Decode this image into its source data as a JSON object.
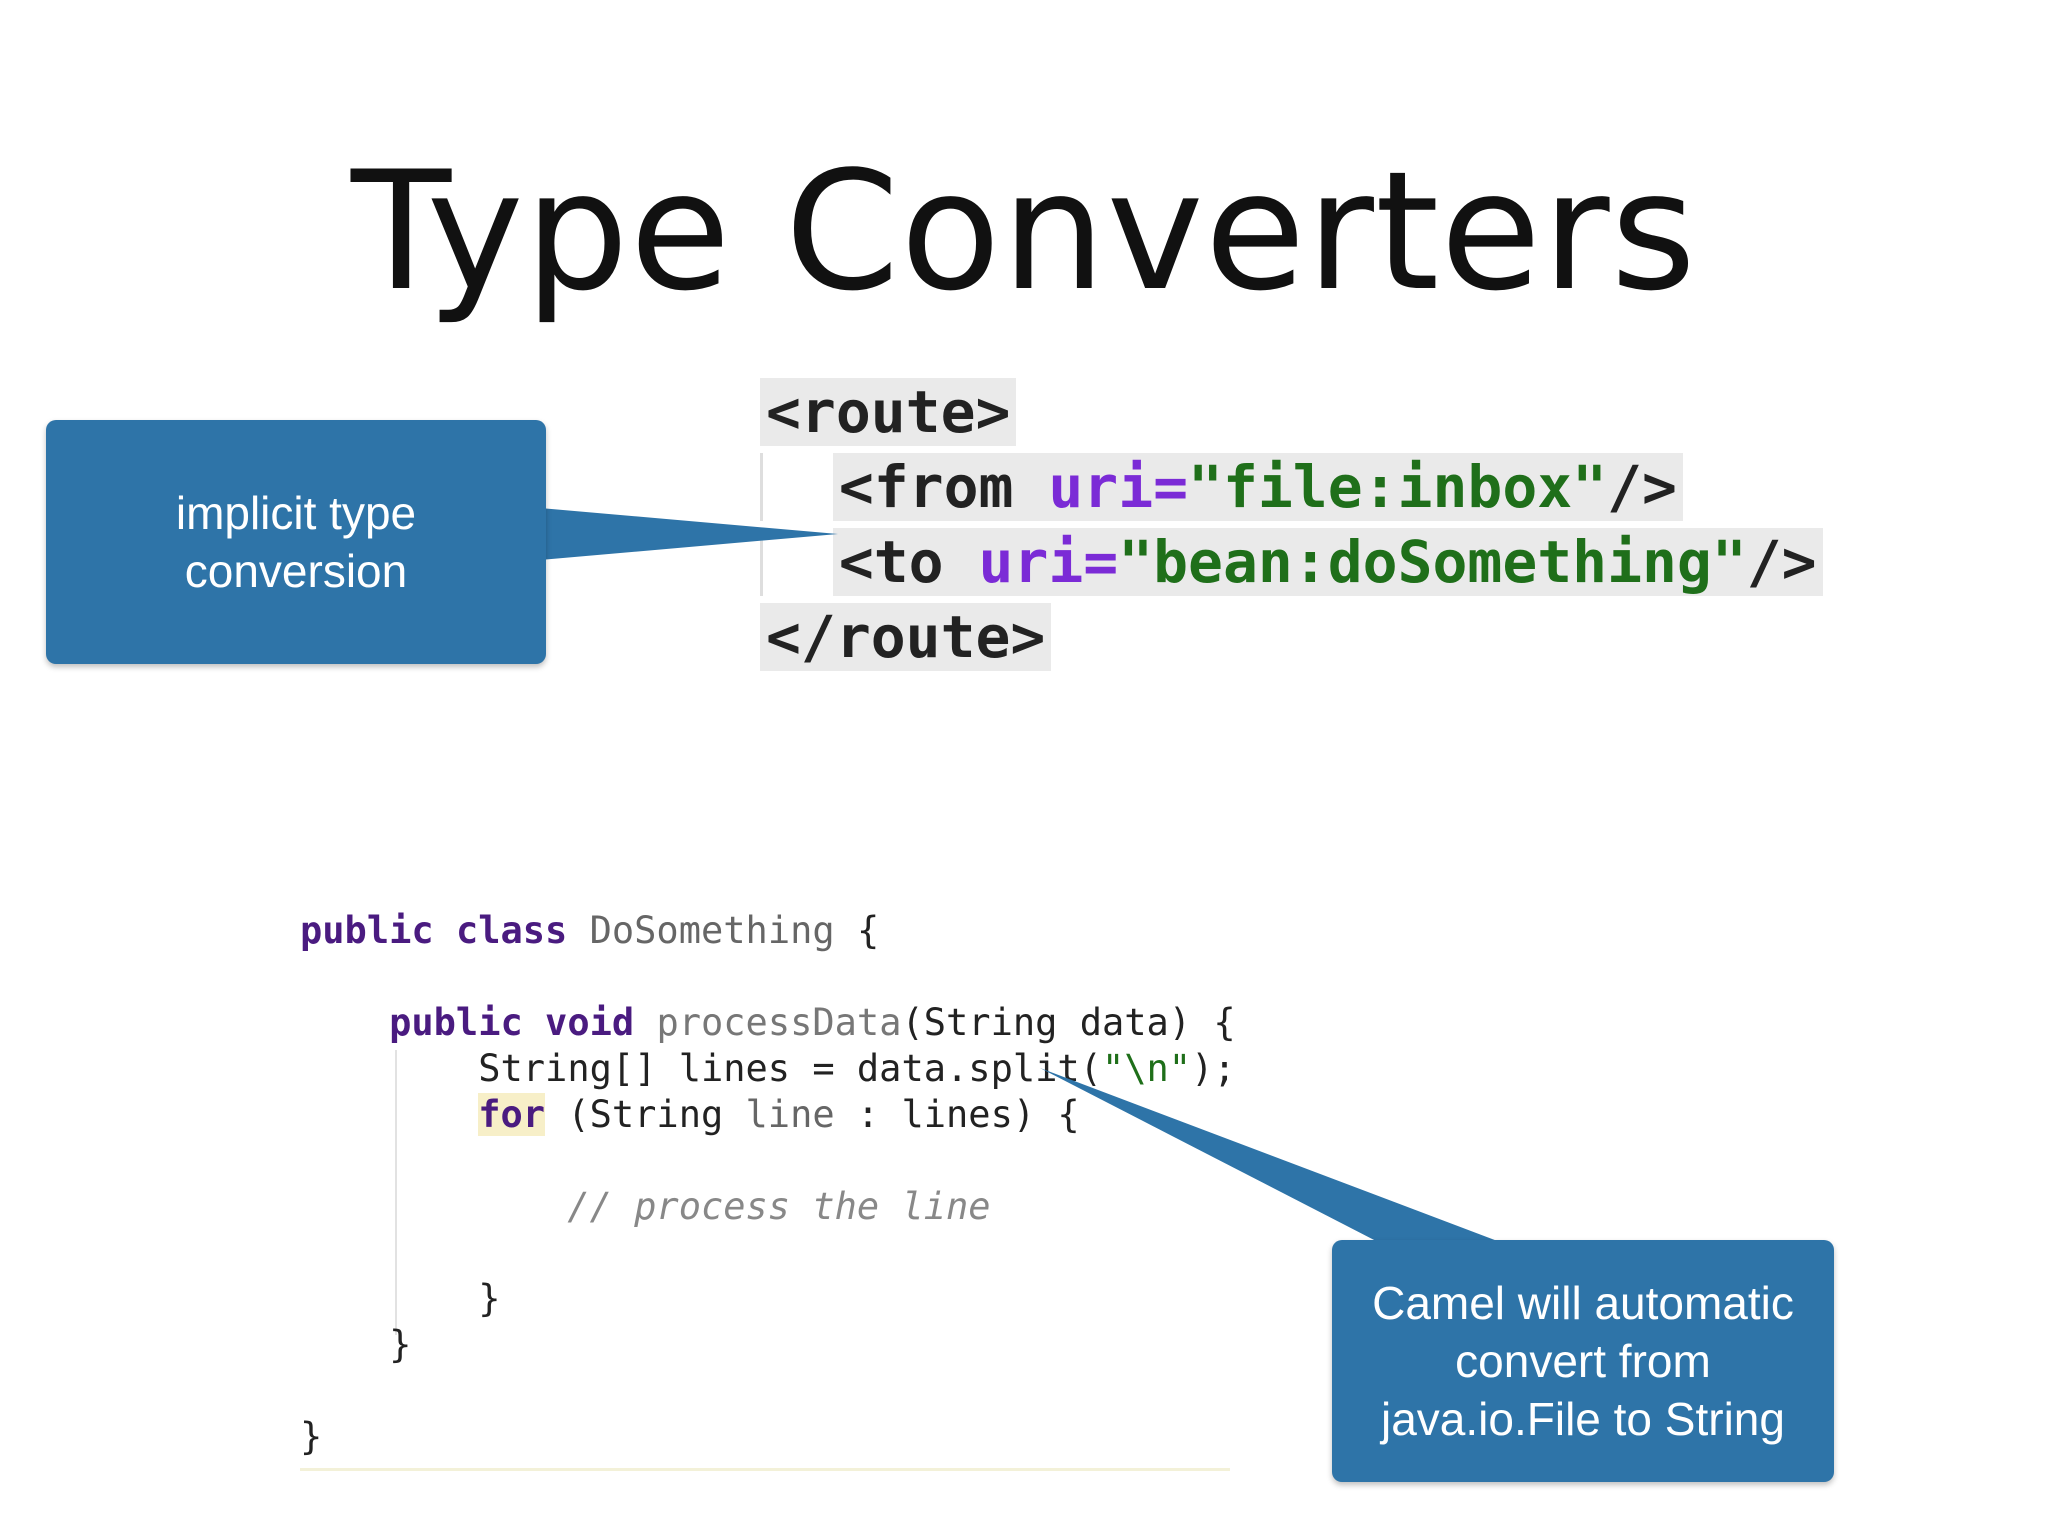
{
  "slide": {
    "title": "Type Converters"
  },
  "xml_snippet": {
    "line1": "<route>",
    "line2_open": "<from ",
    "line2_attr": "uri=",
    "line2_val": "\"file:inbox\"",
    "line2_close": "/>",
    "line3_open": "<to ",
    "line3_attr": "uri=",
    "line3_val": "\"bean:doSomething\"",
    "line3_close": "/>",
    "line4": "</route>"
  },
  "java_snippet": {
    "l1_public": "public",
    "l1_class": "class",
    "l1_name": "DoSomething",
    "l1_brace": "{",
    "l3_public": "public",
    "l3_void": "void",
    "l3_method": "processData",
    "l3_rest": "(String data) {",
    "l4_a": "String[] lines = data.split(",
    "l4_str": "\"\\n\"",
    "l4_b": ");",
    "l5_for": "for",
    "l5_a": " (String ",
    "l5_line": "line",
    "l5_b": " : lines) {",
    "l7_comment": "// process the line",
    "l9_brace": "}",
    "l10_brace": "}",
    "l12_brace": "}"
  },
  "callouts": {
    "left_line1": "implicit type",
    "left_line2": "conversion",
    "right_line1": "Camel will automatic",
    "right_line2": "convert from",
    "right_line3": "java.io.File to String"
  },
  "colors": {
    "callout": "#2e74a8",
    "keyword": "#4a1b80",
    "attribute": "#7b2bd6",
    "string": "#1f6f1a"
  }
}
